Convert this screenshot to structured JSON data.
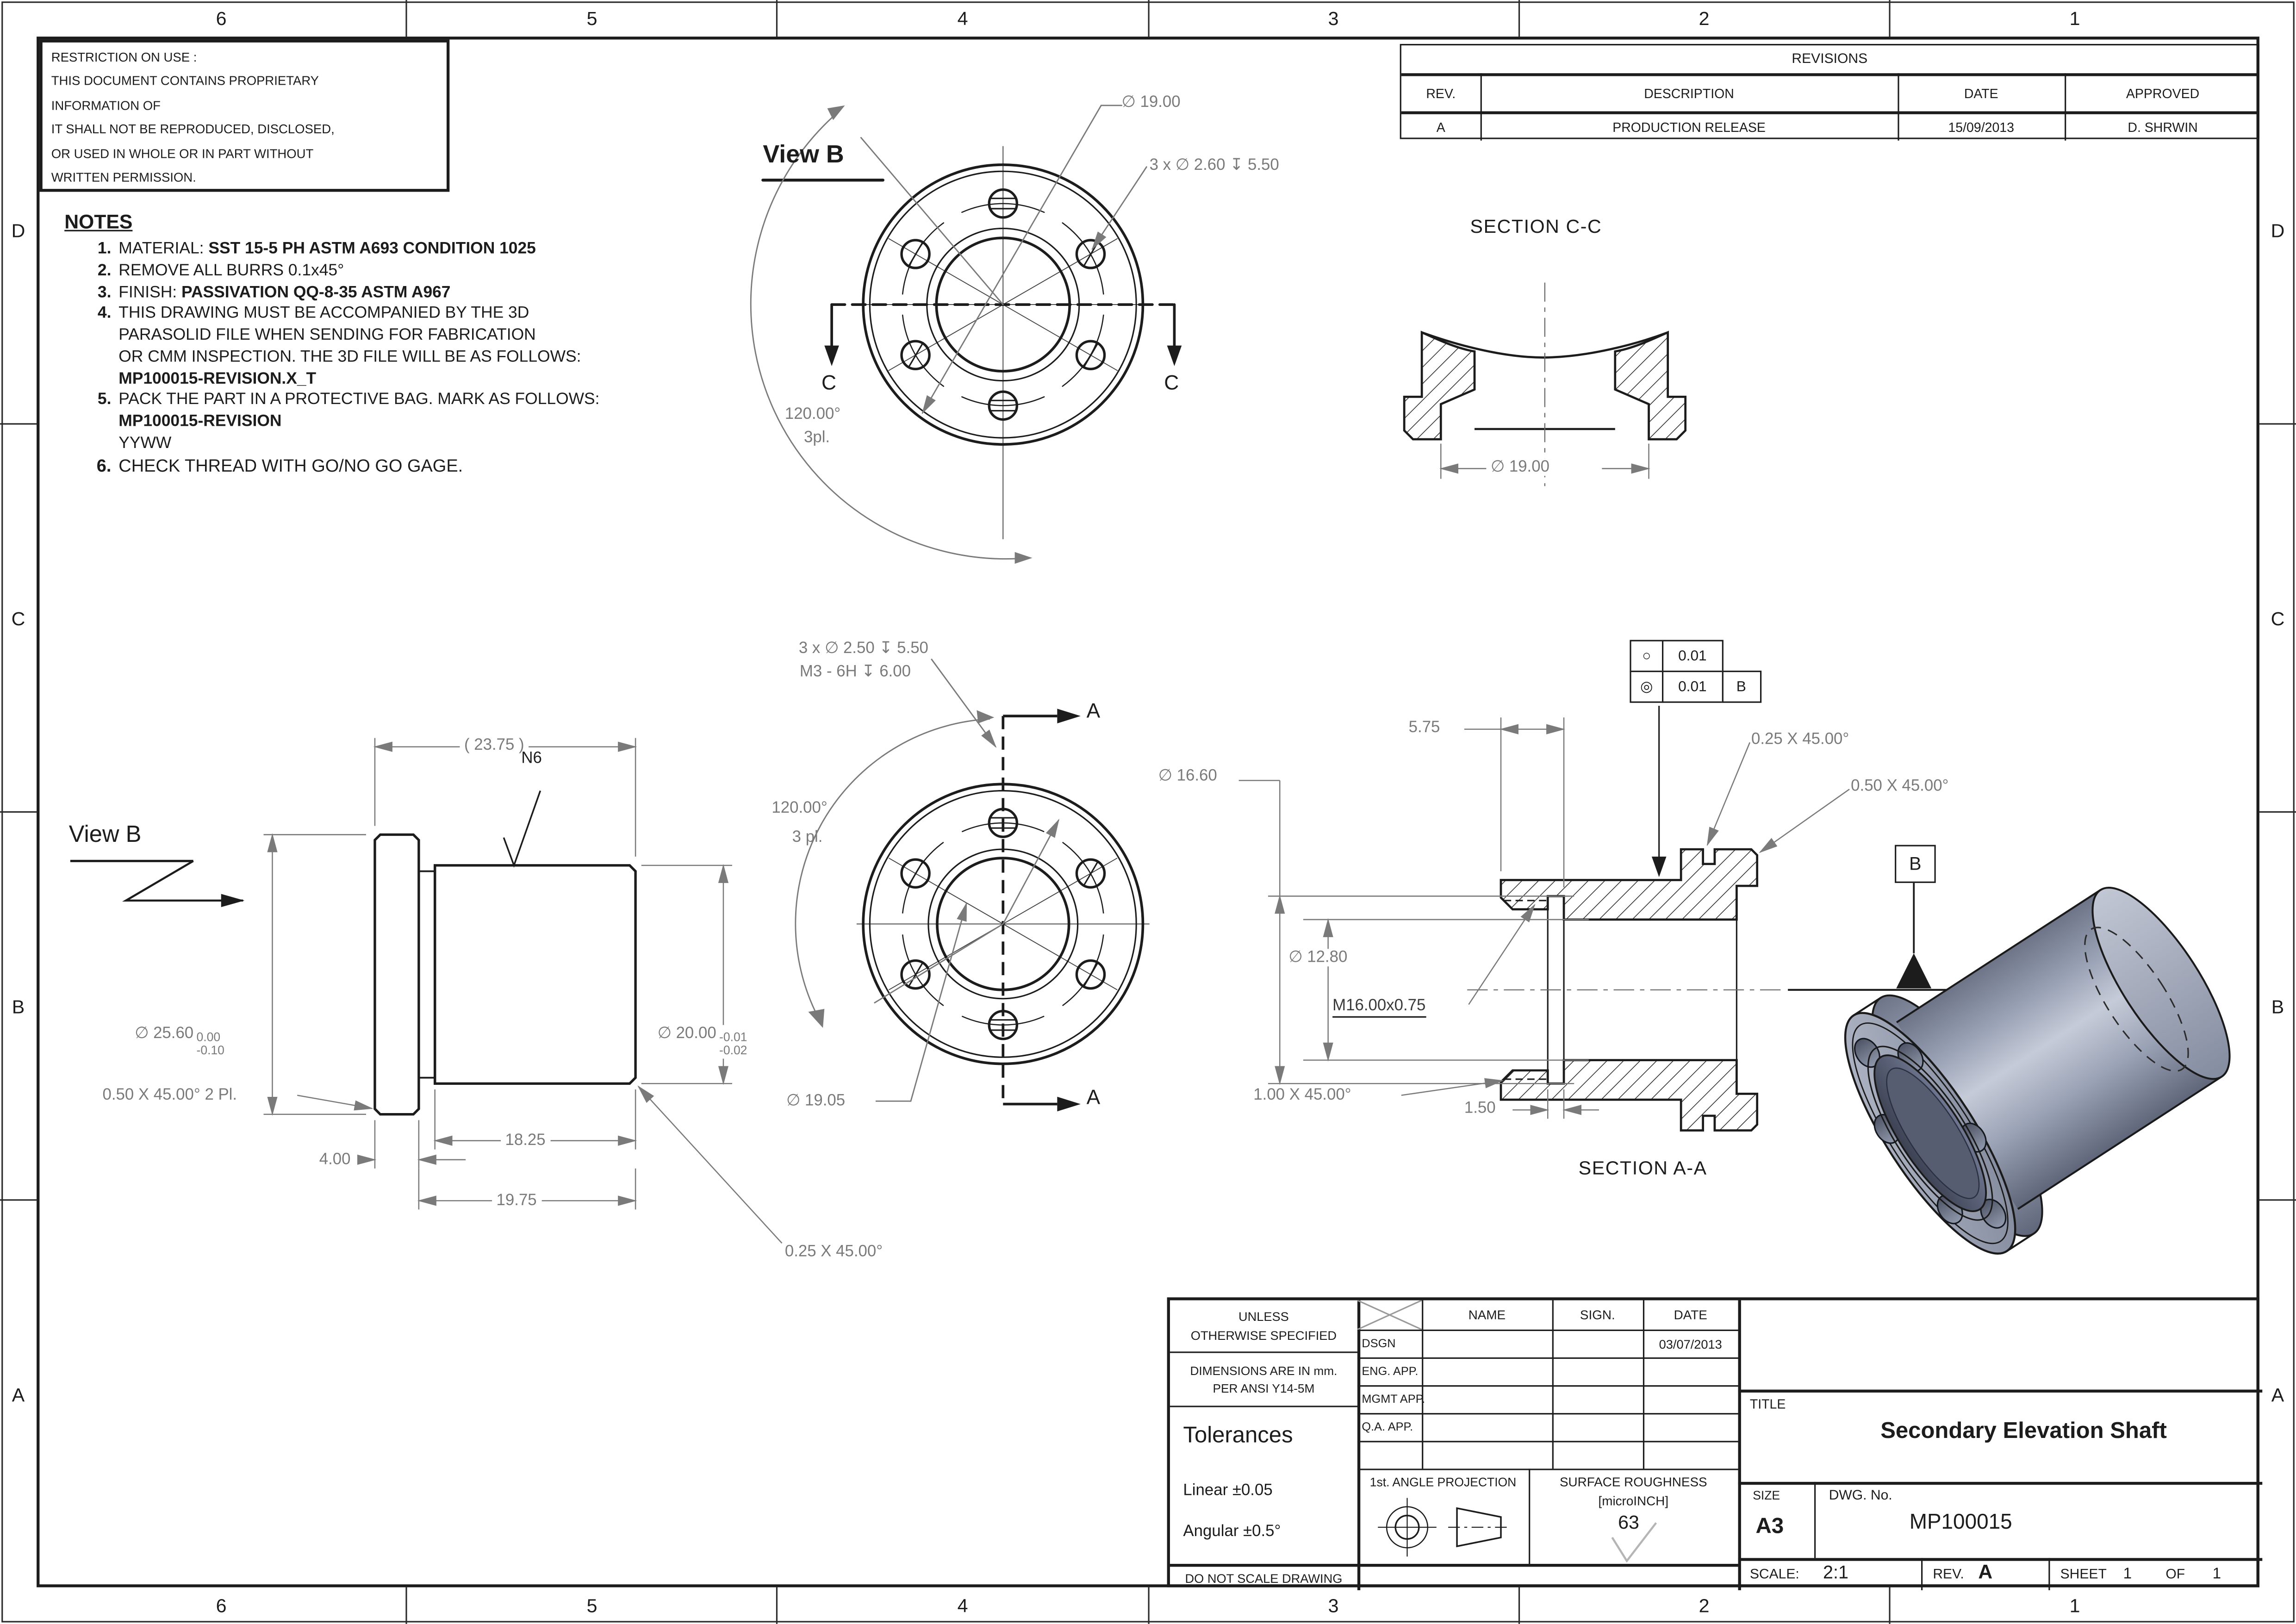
{
  "sheet": {
    "zones_top": [
      "6",
      "5",
      "4",
      "3",
      "2",
      "1"
    ],
    "zones_bottom": [
      "6",
      "5",
      "4",
      "3",
      "2",
      "1"
    ],
    "zones_left": [
      "D",
      "C",
      "B",
      "A"
    ],
    "zones_right": [
      "D",
      "C",
      "B",
      "A"
    ],
    "dim_color": "#7a7a7a",
    "line_color": "#1c1c1c",
    "part_color": "#8f97ab"
  },
  "restriction": {
    "l1": "RESTRICTION ON USE :",
    "l2": "THIS DOCUMENT CONTAINS PROPRIETARY",
    "l3": "INFORMATION OF",
    "l4": "IT SHALL NOT BE REPRODUCED, DISCLOSED,",
    "l5": "OR USED IN WHOLE OR IN PART WITHOUT",
    "l6": "WRITTEN PERMISSION."
  },
  "notes": {
    "title": "NOTES",
    "n1_num": "1.",
    "n1_pre": "MATERIAL:  ",
    "n1_bold": "SST 15-5 PH ASTM A693 CONDITION 1025",
    "n2_num": "2.",
    "n2_text": "REMOVE ALL BURRS 0.1x45°",
    "n3_num": "3.",
    "n3_pre": "FINISH:  ",
    "n3_bold": "PASSIVATION QQ-8-35 ASTM A967",
    "n4_num": "4.",
    "n4_l1": "THIS DRAWING MUST BE ACCOMPANIED BY THE 3D",
    "n4_l2": "PARASOLID FILE WHEN SENDING FOR FABRICATION",
    "n4_l3": "OR CMM INSPECTION. THE 3D FILE WILL BE AS FOLLOWS:",
    "n4_bold": "MP100015-REVISION.X_T",
    "n5_num": "5.",
    "n5_l1": "PACK THE PART IN A PROTECTIVE BAG. MARK AS FOLLOWS:",
    "n5_bold": "MP100015-REVISION",
    "n5_l2": "YYWW",
    "n6_num": "6.",
    "n6_text": "CHECK THREAD WITH GO/NO GO GAGE."
  },
  "revisions": {
    "title": "REVISIONS",
    "h_rev": "REV.",
    "h_desc": "DESCRIPTION",
    "h_date": "DATE",
    "h_appr": "APPROVED",
    "r1_rev": "A",
    "r1_desc": "PRODUCTION RELEASE",
    "r1_date": "15/09/2013",
    "r1_appr": "D. SHRWIN"
  },
  "view_b_top": {
    "title": "View B",
    "dia19": "∅ 19.00",
    "holes": "3 x ∅ 2.60 ↧ 5.50",
    "angle": "120.00°",
    "angle_pl": "3pl.",
    "c_left": "C",
    "c_right": "C"
  },
  "section_cc": {
    "title": "SECTION C-C",
    "dia19": "∅ 19.00"
  },
  "side_view": {
    "title": "View B",
    "len_ref": "( 23.75 )",
    "finish": "N6",
    "dia_flange": "∅ 25.60",
    "flange_tol_hi": "0.00",
    "flange_tol_lo": "-0.10",
    "dia_body": "∅ 20.00",
    "body_tol_hi": "-0.01",
    "body_tol_lo": "-0.02",
    "chamfer_2pl": "0.50 X 45.00° 2 Pl.",
    "len_body": "18.25",
    "len_flange": "4.00",
    "len_rest": "19.75",
    "chamfer_end": "0.25 X 45.00°"
  },
  "front_view": {
    "holes_l1": "3 x ∅ 2.50 ↧ 5.50",
    "holes_l2": "M3 - 6H ↧ 6.00",
    "angle": "120.00°",
    "angle_pl": "3 pl.",
    "dia_bc": "∅ 19.05",
    "a_top": "A",
    "a_bottom": "A"
  },
  "section_aa": {
    "title": "SECTION A-A",
    "depth": "5.75",
    "dia_groove": "∅ 16.60",
    "dia_bore": "∅ 12.80",
    "thread": "M16.00x0.75",
    "chamfer_bore": "1.00 X 45.00°",
    "groove_w": "1.50",
    "chamfer_notch": "0.25 X 45.00°",
    "chamfer_flange": "0.50 X 45.00°",
    "fcf1_sym": "○",
    "fcf1_tol": "0.01",
    "fcf2_sym": "◎",
    "fcf2_tol": "0.01",
    "fcf2_datum": "B",
    "datum_label": "B"
  },
  "title_block": {
    "unless_l1": "UNLESS",
    "unless_l2": "OTHERWISE SPECIFIED",
    "dims_l1": "DIMENSIONS ARE IN mm.",
    "dims_l2": "PER ANSI Y14-5M",
    "tolerances": "Tolerances",
    "linear": "Linear   ±0.05",
    "angular": "Angular ±0.5°",
    "do_not_scale": "DO NOT SCALE DRAWING",
    "h_name": "NAME",
    "h_sign": "SIGN.",
    "h_date": "DATE",
    "r_dsgn": "DSGN",
    "r_eng": "ENG. APP.",
    "r_mgmt": "MGMT APP.",
    "r_qa": "Q.A. APP.",
    "dsgn_date": "03/07/2013",
    "projection": "1st. ANGLE PROJECTION",
    "roughness_l1": "SURFACE  ROUGHNESS",
    "roughness_l2": "[microINCH]",
    "roughness_val": "63",
    "title_label": "TITLE",
    "title": "Secondary Elevation Shaft",
    "size_label": "SIZE",
    "size": "A3",
    "dwg_label": "DWG. No.",
    "dwg_no": "MP100015",
    "scale_label": "SCALE:",
    "scale": "2:1",
    "rev_label": "REV.",
    "rev": "A",
    "sheet_label": "SHEET",
    "sheet_no": "1",
    "of_label": "OF",
    "sheet_total": "1"
  }
}
